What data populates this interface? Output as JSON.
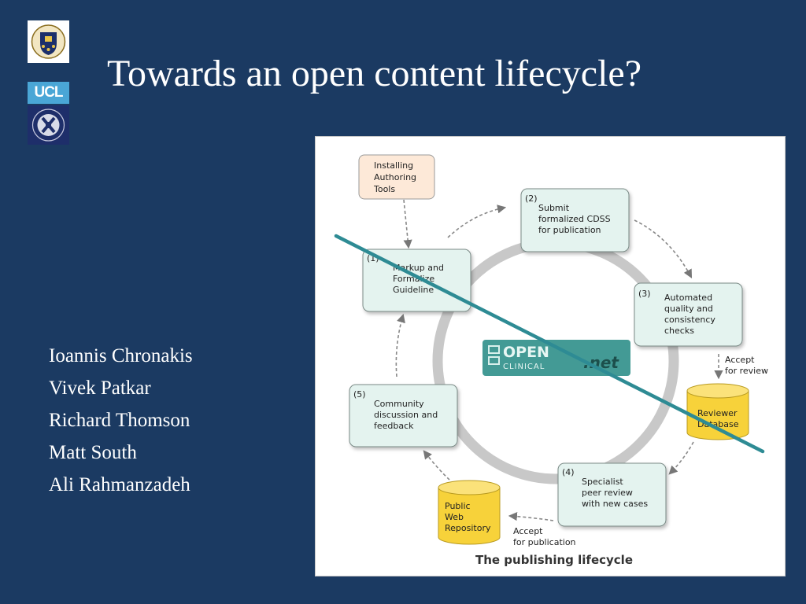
{
  "slide": {
    "title": "Towards an open content lifecycle?",
    "authors": [
      "Ioannis Chronakis",
      "Vivek Patkar",
      "Richard Thomson",
      "Matt South",
      "Ali Rahmanzadeh"
    ]
  },
  "logos": {
    "ucl_text": "UCL",
    "oxford_color": "#ffffff",
    "ucl_color": "#4aa6d6",
    "edinburgh_color": "#1e2e6a"
  },
  "diagram": {
    "caption": "The publishing lifecycle",
    "center_logo": {
      "open": "OPEN",
      "clinical": "CLINICAL",
      "net": ".net"
    },
    "nodes": {
      "tools": {
        "num": "",
        "lines": [
          "Installing",
          "Authoring",
          "Tools"
        ]
      },
      "markup": {
        "num": "(1)",
        "lines": [
          "Markup and",
          "Formalize",
          "Guideline"
        ]
      },
      "submit": {
        "num": "(2)",
        "lines": [
          "Submit",
          "formalized CDSS",
          "for publication"
        ]
      },
      "automated": {
        "num": "(3)",
        "lines": [
          "Automated",
          "quality and",
          "consistency",
          "checks"
        ]
      },
      "specialist": {
        "num": "(4)",
        "lines": [
          "Specialist",
          "peer review",
          "with new cases"
        ]
      },
      "community": {
        "num": "(5)",
        "lines": [
          "Community",
          "discussion and",
          "feedback"
        ]
      }
    },
    "databases": {
      "reviewer": [
        "Reviewer",
        "Database"
      ],
      "public": [
        "Public",
        "Web",
        "Repository"
      ]
    },
    "edge_labels": {
      "accept_review": [
        "Accept",
        "for review"
      ],
      "accept_publication": [
        "Accept",
        "for publication"
      ]
    },
    "colors": {
      "node_fill": "#e4f3ef",
      "node_stroke": "#7a8a86",
      "tools_fill": "#fde9d8",
      "db_fill": "#f7d23a",
      "ring": "#c8c8c8",
      "strike_line": "#2e8b94"
    }
  }
}
